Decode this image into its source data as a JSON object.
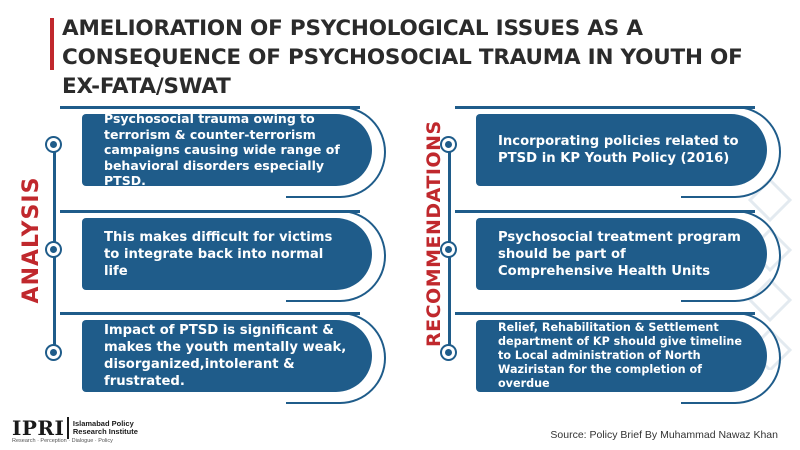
{
  "title": "AMELIORATION OF PSYCHOLOGICAL ISSUES AS A CONSEQUENCE OF PSYCHOSOCIAL TRAUMA IN YOUTH OF EX-FATA/SWAT",
  "analysis": {
    "label": "ANALYSIS",
    "items": [
      {
        "text": "Psychosocial trauma owing to terrorism & counter-terrorism campaigns causing wide range of behavioral disorders especially PTSD."
      },
      {
        "text": "This makes difficult for victims to integrate back into normal life"
      },
      {
        "text": "Impact of PTSD is significant & makes the youth mentally weak, disorganized,intolerant & frustrated."
      }
    ]
  },
  "recommendations": {
    "label": "RECOMMENDATIONS",
    "items": [
      {
        "text": "Incorporating policies related to PTSD in KP Youth Policy (2016)"
      },
      {
        "text": "Psychosocial treatment program should be part of Comprehensive Health Units"
      },
      {
        "text": "Relief, Rehabilitation & Settlement department of KP should give timeline to Local administration of North Waziristan for the completion of overdue"
      }
    ]
  },
  "logo": {
    "mark": "IPRI",
    "name_line1": "Islamabad Policy",
    "name_line2": "Research Institute",
    "tagline": "Research · Perception · Dialogue · Policy"
  },
  "source": "Source: Policy Brief By Muhammad Nawaz Khan",
  "colors": {
    "accent": "#c0282d",
    "card": "#1f5c8a"
  }
}
